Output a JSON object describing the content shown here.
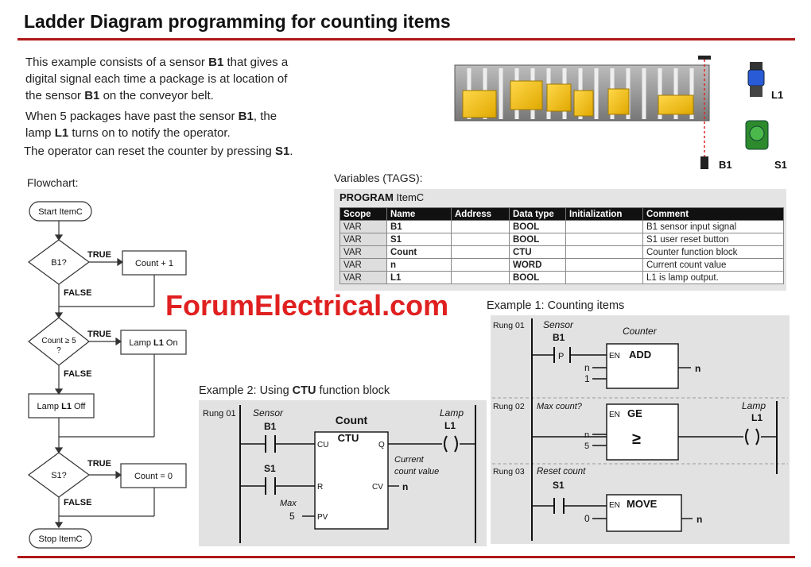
{
  "title": "Ladder Diagram programming for counting items",
  "intro": {
    "p1_a": "This example consists of a sensor ",
    "p1_b1": "B1",
    "p1_c": " that gives a",
    "p1_line2": "digital signal each time a package is at location of",
    "p1_line3a": "the sensor ",
    "p1_line3b": "B1",
    "p1_line3c": " on the conveyor belt.",
    "p2_line1a": "When 5 packages have past the sensor ",
    "p2_line1b": "B1",
    "p2_line1c": ", the",
    "p2_line2a": "lamp ",
    "p2_line2b": "L1",
    "p2_line2c": " turns on to notify the operator.",
    "p3_a": "The operator can reset the counter by pressing ",
    "p3_b": "S1",
    "p3_c": "."
  },
  "illustration": {
    "label_b1": "B1",
    "label_s1": "S1",
    "label_l1": "L1"
  },
  "flowchart": {
    "label": "Flowchart:",
    "start": "Start ItemC",
    "b1_decision": "B1?",
    "true1": "TRUE",
    "count_plus": "Count + 1",
    "false1": "FALSE",
    "count_decision_1": "Count ≥ 5",
    "count_decision_2": "?",
    "true2": "TRUE",
    "lamp_on_a": "Lamp ",
    "lamp_on_b": "L1",
    "lamp_on_c": " On",
    "false2": "FALSE",
    "lamp_off_a": "Lamp ",
    "lamp_off_b": "L1",
    "lamp_off_c": " Off",
    "s1_decision": "S1?",
    "true3": "TRUE",
    "count_zero": "Count = 0",
    "false3": "FALSE",
    "stop": "Stop ItemC"
  },
  "tags": {
    "label": "Variables (TAGS):",
    "program_kw": "PROGRAM",
    "program_name": " ItemC",
    "headers": [
      "Scope",
      "Name",
      "Address",
      "Data type",
      "Initialization",
      "Comment"
    ],
    "rows": [
      {
        "scope": "VAR",
        "name": "B1",
        "address": "",
        "type": "BOOL",
        "init": "",
        "comment": "B1 sensor input signal"
      },
      {
        "scope": "VAR",
        "name": "S1",
        "address": "",
        "type": "BOOL",
        "init": "",
        "comment": "S1 user reset button"
      },
      {
        "scope": "VAR",
        "name": "Count",
        "address": "",
        "type": "CTU",
        "init": "",
        "comment": "Counter function block"
      },
      {
        "scope": "VAR",
        "name": "n",
        "address": "",
        "type": "WORD",
        "init": "",
        "comment": "Current count value"
      },
      {
        "scope": "VAR",
        "name": "L1",
        "address": "",
        "type": "BOOL",
        "init": "",
        "comment": "L1 is lamp output."
      }
    ]
  },
  "watermark": "ForumElectrical.com",
  "example2": {
    "label_a": "Example 2: Using ",
    "label_b": "CTU",
    "label_c": " function block",
    "rung": "Rung 01",
    "sensor": "Sensor",
    "b1": "B1",
    "s1": "S1",
    "block_name": "Count",
    "block_type": "CTU",
    "pin_cu": "CU",
    "pin_r": "R",
    "pin_pv": "PV",
    "pin_q": "Q",
    "pin_cv": "CV",
    "max": "Max",
    "max_val": "5",
    "lamp": "Lamp",
    "l1": "L1",
    "current_1": "Current",
    "current_2": "count value",
    "n": "n"
  },
  "example1": {
    "label": "Example 1: Counting items",
    "rung1": "Rung 01",
    "sensor": "Sensor",
    "b1": "B1",
    "p": "P",
    "counter": "Counter",
    "en": "EN",
    "add": "ADD",
    "n": "n",
    "one": "1",
    "rung2": "Rung 02",
    "max_count": "Max count?",
    "ge": "GE",
    "ge_sym": "≥",
    "five": "5",
    "lamp": "Lamp",
    "l1": "L1",
    "rung3": "Rung 03",
    "reset_count": "Reset count",
    "s1": "S1",
    "move": "MOVE",
    "zero": "0"
  }
}
